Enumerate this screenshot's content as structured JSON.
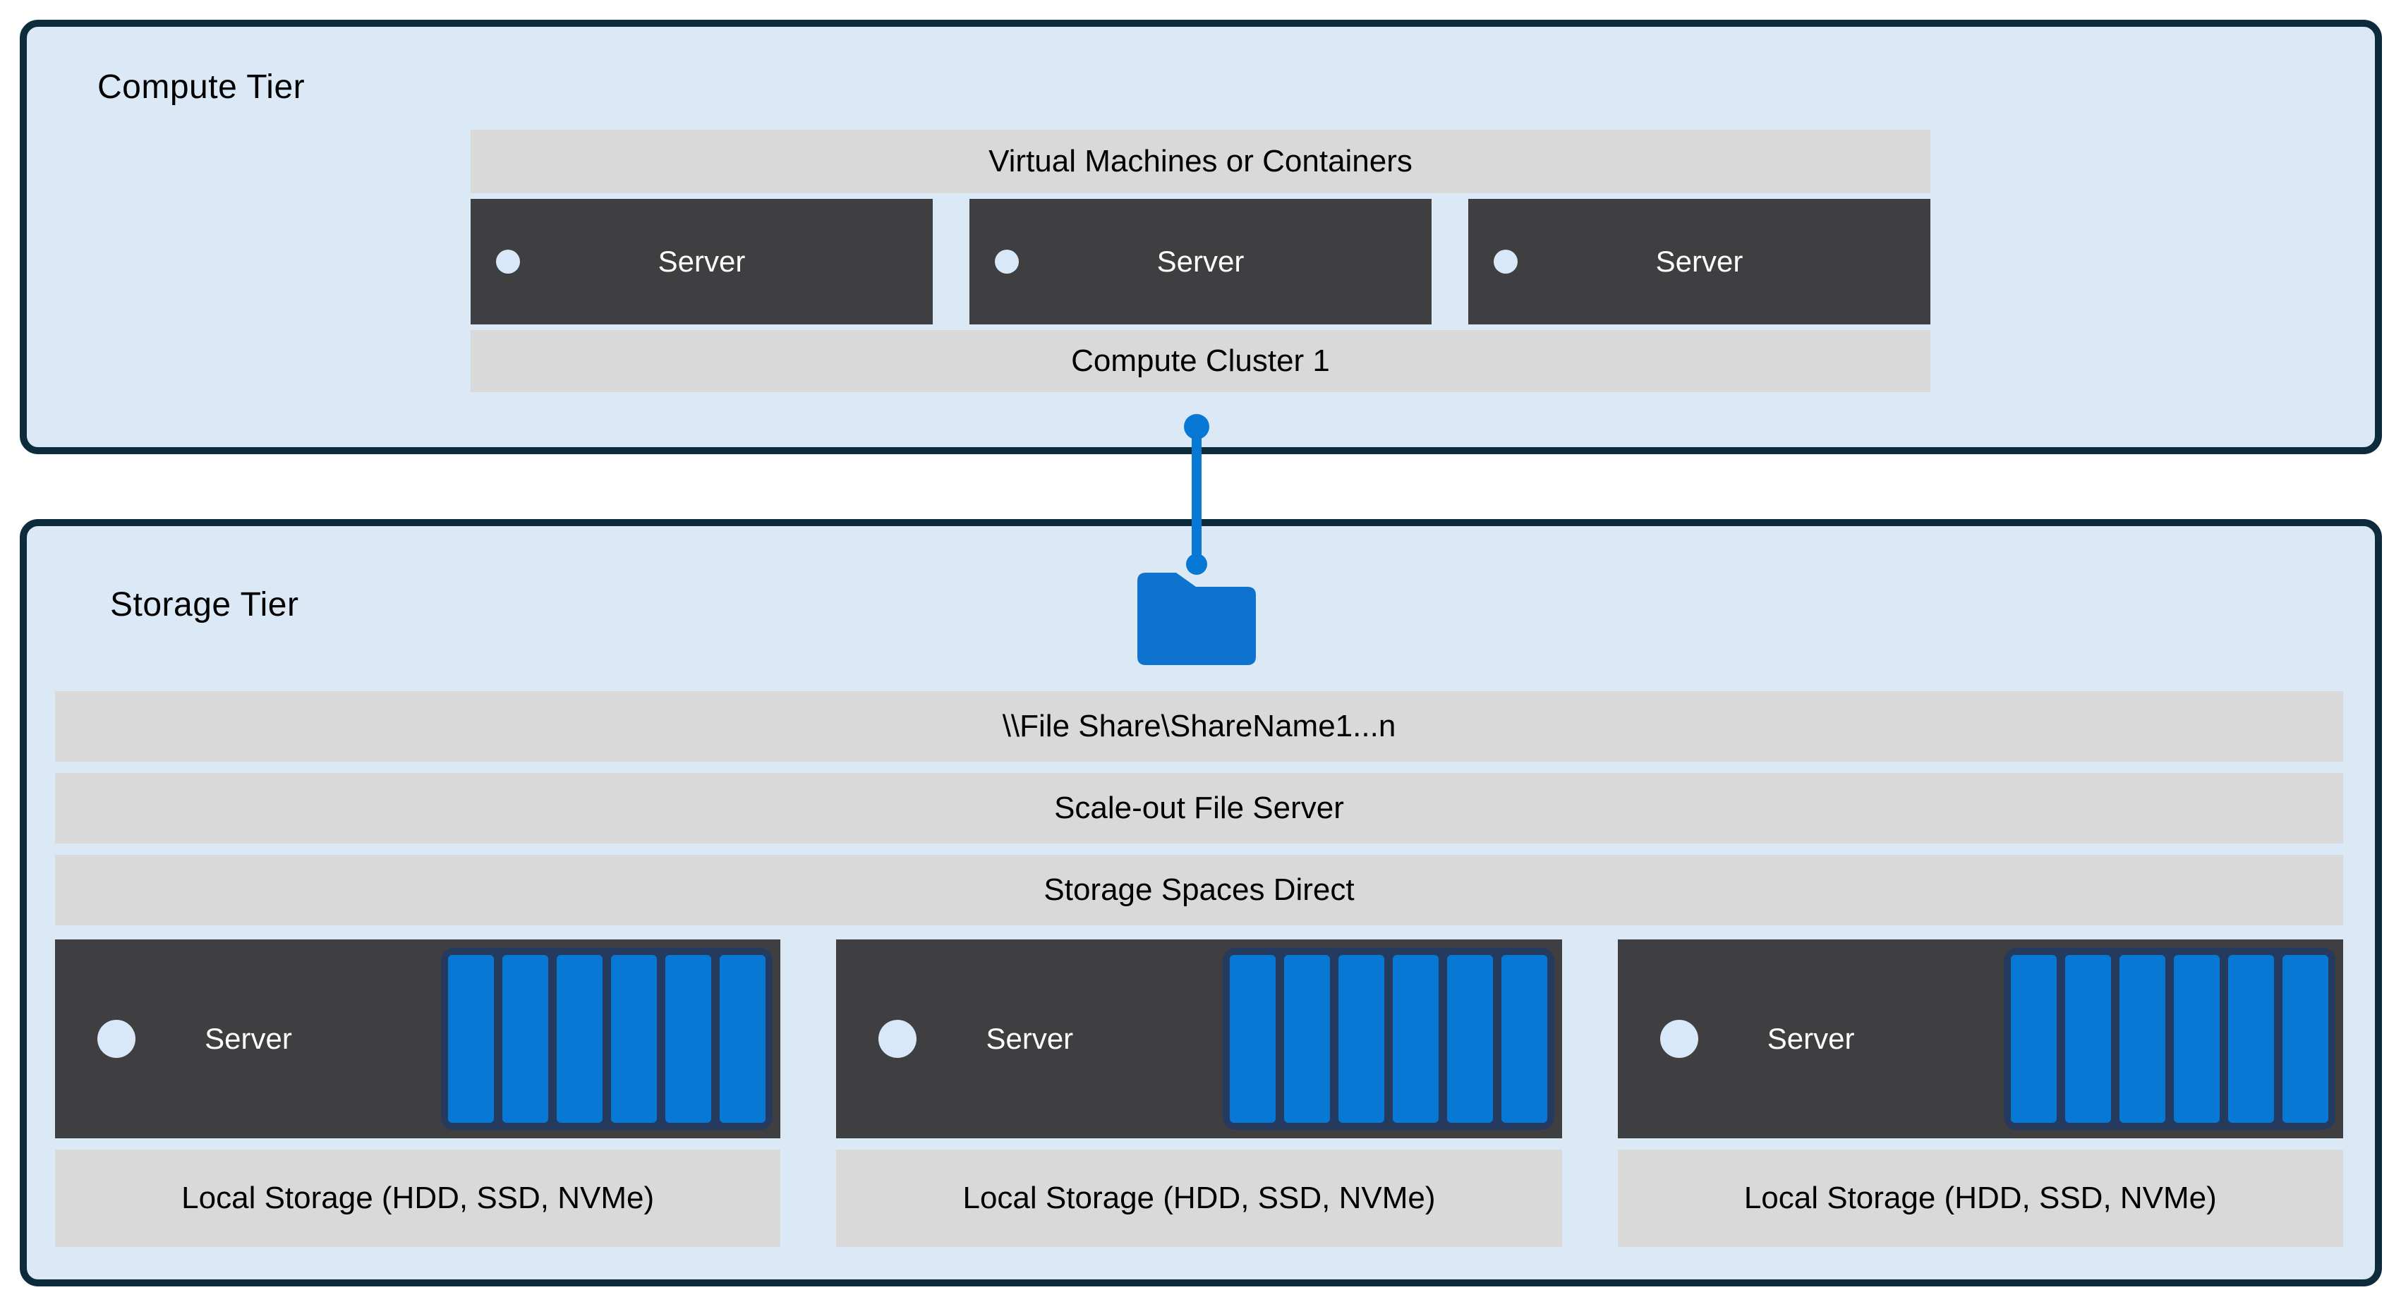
{
  "colors": {
    "page_bg": "#ffffff",
    "tier_bg": "#dbe8f6",
    "tier_border": "#0d2b3b",
    "bar_bg": "#d9d9d9",
    "bar_text": "#000000",
    "server_bg": "#3f3f41",
    "server_text": "#ffffff",
    "indicator": "#d9e8f8",
    "accent_blue": "#0778d4",
    "folder_blue": "#0e72cf",
    "disk_frame": "#243a5e"
  },
  "compute_tier": {
    "title": "Compute Tier",
    "vm_bar_label": "Virtual Machines or Containers",
    "servers": [
      {
        "label": "Server"
      },
      {
        "label": "Server"
      },
      {
        "label": "Server"
      }
    ],
    "cluster_bar_label": "Compute Cluster 1"
  },
  "connector": {
    "icon": "folder-icon"
  },
  "storage_tier": {
    "title": "Storage Tier",
    "file_share_label": "\\\\File Share\\ShareName1...n",
    "sofs_label": "Scale-out File Server",
    "s2d_label": "Storage Spaces Direct",
    "nodes": [
      {
        "label": "Server",
        "disk_count": 6,
        "local_storage_label": "Local Storage (HDD, SSD, NVMe)"
      },
      {
        "label": "Server",
        "disk_count": 6,
        "local_storage_label": "Local Storage (HDD, SSD, NVMe)"
      },
      {
        "label": "Server",
        "disk_count": 6,
        "local_storage_label": "Local Storage (HDD, SSD, NVMe)"
      }
    ]
  }
}
